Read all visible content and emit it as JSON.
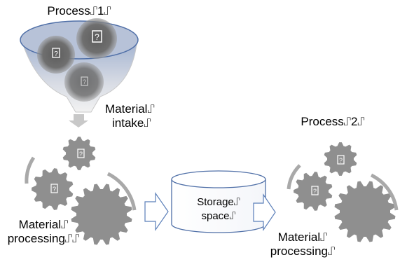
{
  "process1": {
    "title": "Process⑀1⑀",
    "funnel_marks": [
      "?",
      "?",
      "?"
    ],
    "intake_label": [
      "Material⑀",
      "intake⑀"
    ],
    "gear_marks": [
      "?",
      "?"
    ],
    "processing_label": [
      "Material⑀",
      "processing⑀⑀"
    ]
  },
  "storage": {
    "label": [
      "Storage⑀",
      "space⑀"
    ]
  },
  "process2": {
    "title": "Process⑀2⑀",
    "gear_marks": [
      "?",
      "?"
    ],
    "processing_label": [
      "Material⑀",
      "processing⑀"
    ]
  },
  "colors": {
    "funnel_fill": "#bcc5d8",
    "funnel_stroke": "#4f6fa7",
    "ball": "#6e6e6e",
    "gear": "#8f8f8f",
    "arrow_fill": "#ffffff",
    "arrow_stroke": "#5b7fb9",
    "cylinder_stroke": "#4f6fa7"
  }
}
